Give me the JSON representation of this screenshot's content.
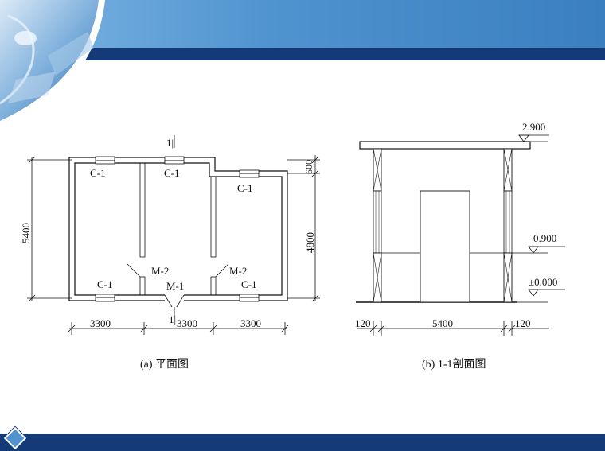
{
  "plan": {
    "caption": "(a) 平面图",
    "section_mark_top": "1|",
    "section_mark_bottom": "1|",
    "windows": {
      "c1_top_left": "C-1",
      "c1_top_mid": "C-1",
      "c1_top_right": "C-1",
      "c1_bottom_left": "C-1",
      "c1_bottom_right": "C-1"
    },
    "doors": {
      "m2_left": "M-2",
      "m2_right": "M-2",
      "m1": "M-1"
    },
    "dimensions": {
      "bay_1": "3300",
      "bay_2": "3300",
      "bay_3": "3300",
      "depth_total": "5400",
      "right_upper": "600",
      "right_lower": "4800"
    }
  },
  "section": {
    "caption": "(b) 1-1剖面图",
    "elevations": {
      "roof": "2.900",
      "sill": "0.900",
      "ground": "±0.000"
    },
    "dimensions": {
      "wall_left": "120",
      "span": "5400",
      "wall_right": "120"
    }
  }
}
